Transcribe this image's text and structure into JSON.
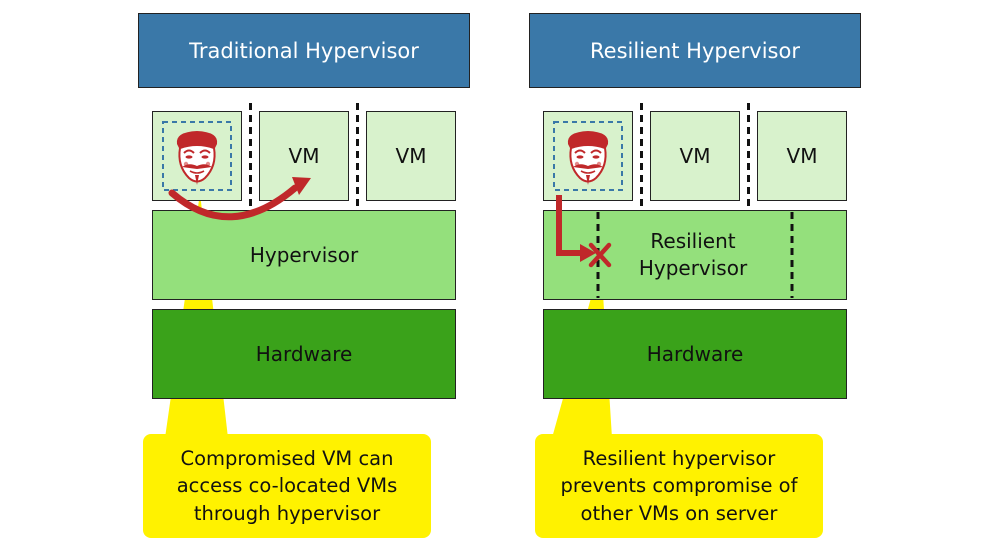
{
  "left": {
    "title": "Traditional Hypervisor",
    "vm_label": "VM",
    "hypervisor_label": "Hypervisor",
    "hardware_label": "Hardware",
    "callout": "Compromised VM can access co-located VMs through hypervisor"
  },
  "right": {
    "title": "Resilient Hypervisor",
    "vm_label": "VM",
    "hypervisor_label": "Resilient Hypervisor",
    "hardware_label": "Hardware",
    "callout": "Resilient hypervisor prevents compromise of other VMs on server"
  },
  "icons": {
    "attacker": "guy-fawkes-mask-icon",
    "attack_path": "curved-arrow-icon",
    "blocked": "red-x-icon"
  },
  "colors": {
    "title_bg": "#3a78a8",
    "vm_bg": "#d8f2cc",
    "hypervisor_bg": "#94e07c",
    "hardware_bg": "#3aa21a",
    "callout_bg": "#fff200",
    "arrow": "#c0282a"
  }
}
